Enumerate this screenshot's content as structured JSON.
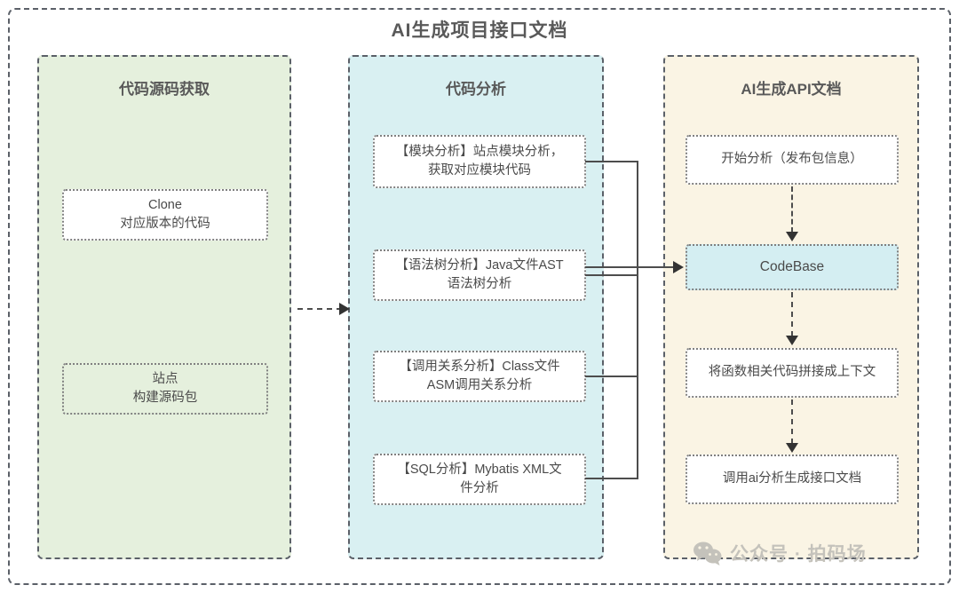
{
  "diagram": {
    "title": "AI生成项目接口文档",
    "lanes": [
      {
        "id": "source",
        "title": "代码源码获取",
        "color": "#e5f0dd",
        "nodes": [
          {
            "id": "clone",
            "line1": "Clone",
            "line2": "对应版本的代码"
          },
          {
            "id": "site-pkg",
            "line1": "站点",
            "line2": "构建源码包"
          }
        ]
      },
      {
        "id": "analysis",
        "title": "代码分析",
        "color": "#d9f0f2",
        "nodes": [
          {
            "id": "module",
            "line1": "【模块分析】站点模块分析，",
            "line2": "获取对应模块代码"
          },
          {
            "id": "ast",
            "line1": "【语法树分析】Java文件AST",
            "line2": "语法树分析"
          },
          {
            "id": "call",
            "line1": "【调用关系分析】Class文件",
            "line2": "ASM调用关系分析"
          },
          {
            "id": "sql",
            "line1": "【SQL分析】Mybatis XML文",
            "line2": "件分析"
          }
        ]
      },
      {
        "id": "apidoc",
        "title": "AI生成API文档",
        "color": "#faf4e4",
        "nodes": [
          {
            "id": "start",
            "line1": "开始分析（发布包信息）",
            "line2": ""
          },
          {
            "id": "codebase",
            "line1": "CodeBase",
            "line2": ""
          },
          {
            "id": "context",
            "line1": "将函数相关代码拼接成上下文",
            "line2": ""
          },
          {
            "id": "gendoc",
            "line1": "调用ai分析生成接口文档",
            "line2": ""
          }
        ]
      }
    ],
    "edges": [
      {
        "id": "src-to-analysis",
        "style": "dashed",
        "direction": "right"
      },
      {
        "id": "module-to-bus",
        "style": "solid",
        "direction": "right"
      },
      {
        "id": "ast-to-bus",
        "style": "solid",
        "direction": "right"
      },
      {
        "id": "call-to-bus",
        "style": "solid",
        "direction": "right"
      },
      {
        "id": "sql-to-bus",
        "style": "solid",
        "direction": "right"
      },
      {
        "id": "bus-to-codebase",
        "style": "solid",
        "direction": "right"
      },
      {
        "id": "start-to-codebase",
        "style": "dashed",
        "direction": "down"
      },
      {
        "id": "codebase-to-context",
        "style": "dashed",
        "direction": "down"
      },
      {
        "id": "context-to-gendoc",
        "style": "dashed",
        "direction": "down"
      }
    ]
  },
  "watermark": {
    "icon": "wechat-icon",
    "text": "公众号 · 拍码场",
    "color": "#c4c2bb"
  },
  "colors": {
    "frame": "#5b6068",
    "node_border": "#808080",
    "text": "#4a4a4a",
    "title": "#595959",
    "connector": "#4d4d4d"
  }
}
